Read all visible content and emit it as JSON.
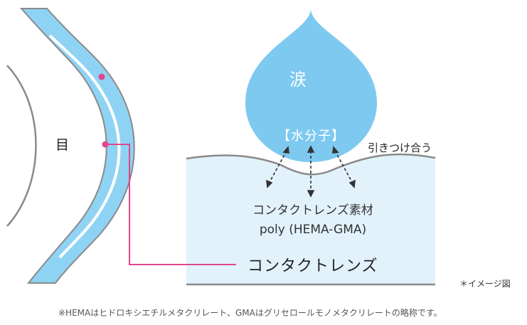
{
  "labels": {
    "eye": "目",
    "tear": "涙",
    "water_molecule": "【水分子】",
    "attract": "引きつけ合う",
    "material_line1": "コンタクトレンズ素材",
    "material_line2": "poly (HEMA-GMA)",
    "contact_lens": "コンタクトレンズ",
    "image_note": "＊イメージ図",
    "footnote": "※HEMAはヒドロキシエチルメタクリレート、GMAはグリセロールモノメタクリレートの略称です。"
  },
  "colors": {
    "lens_fill": "#8fd3f4",
    "tear_fill": "#7ec9f0",
    "material_fill": "#e2f2fb",
    "outline": "#8a8a8a",
    "pointer_pink": "#e0468b",
    "pointer_blue": "#2b4aa8",
    "arrow": "#333333"
  }
}
